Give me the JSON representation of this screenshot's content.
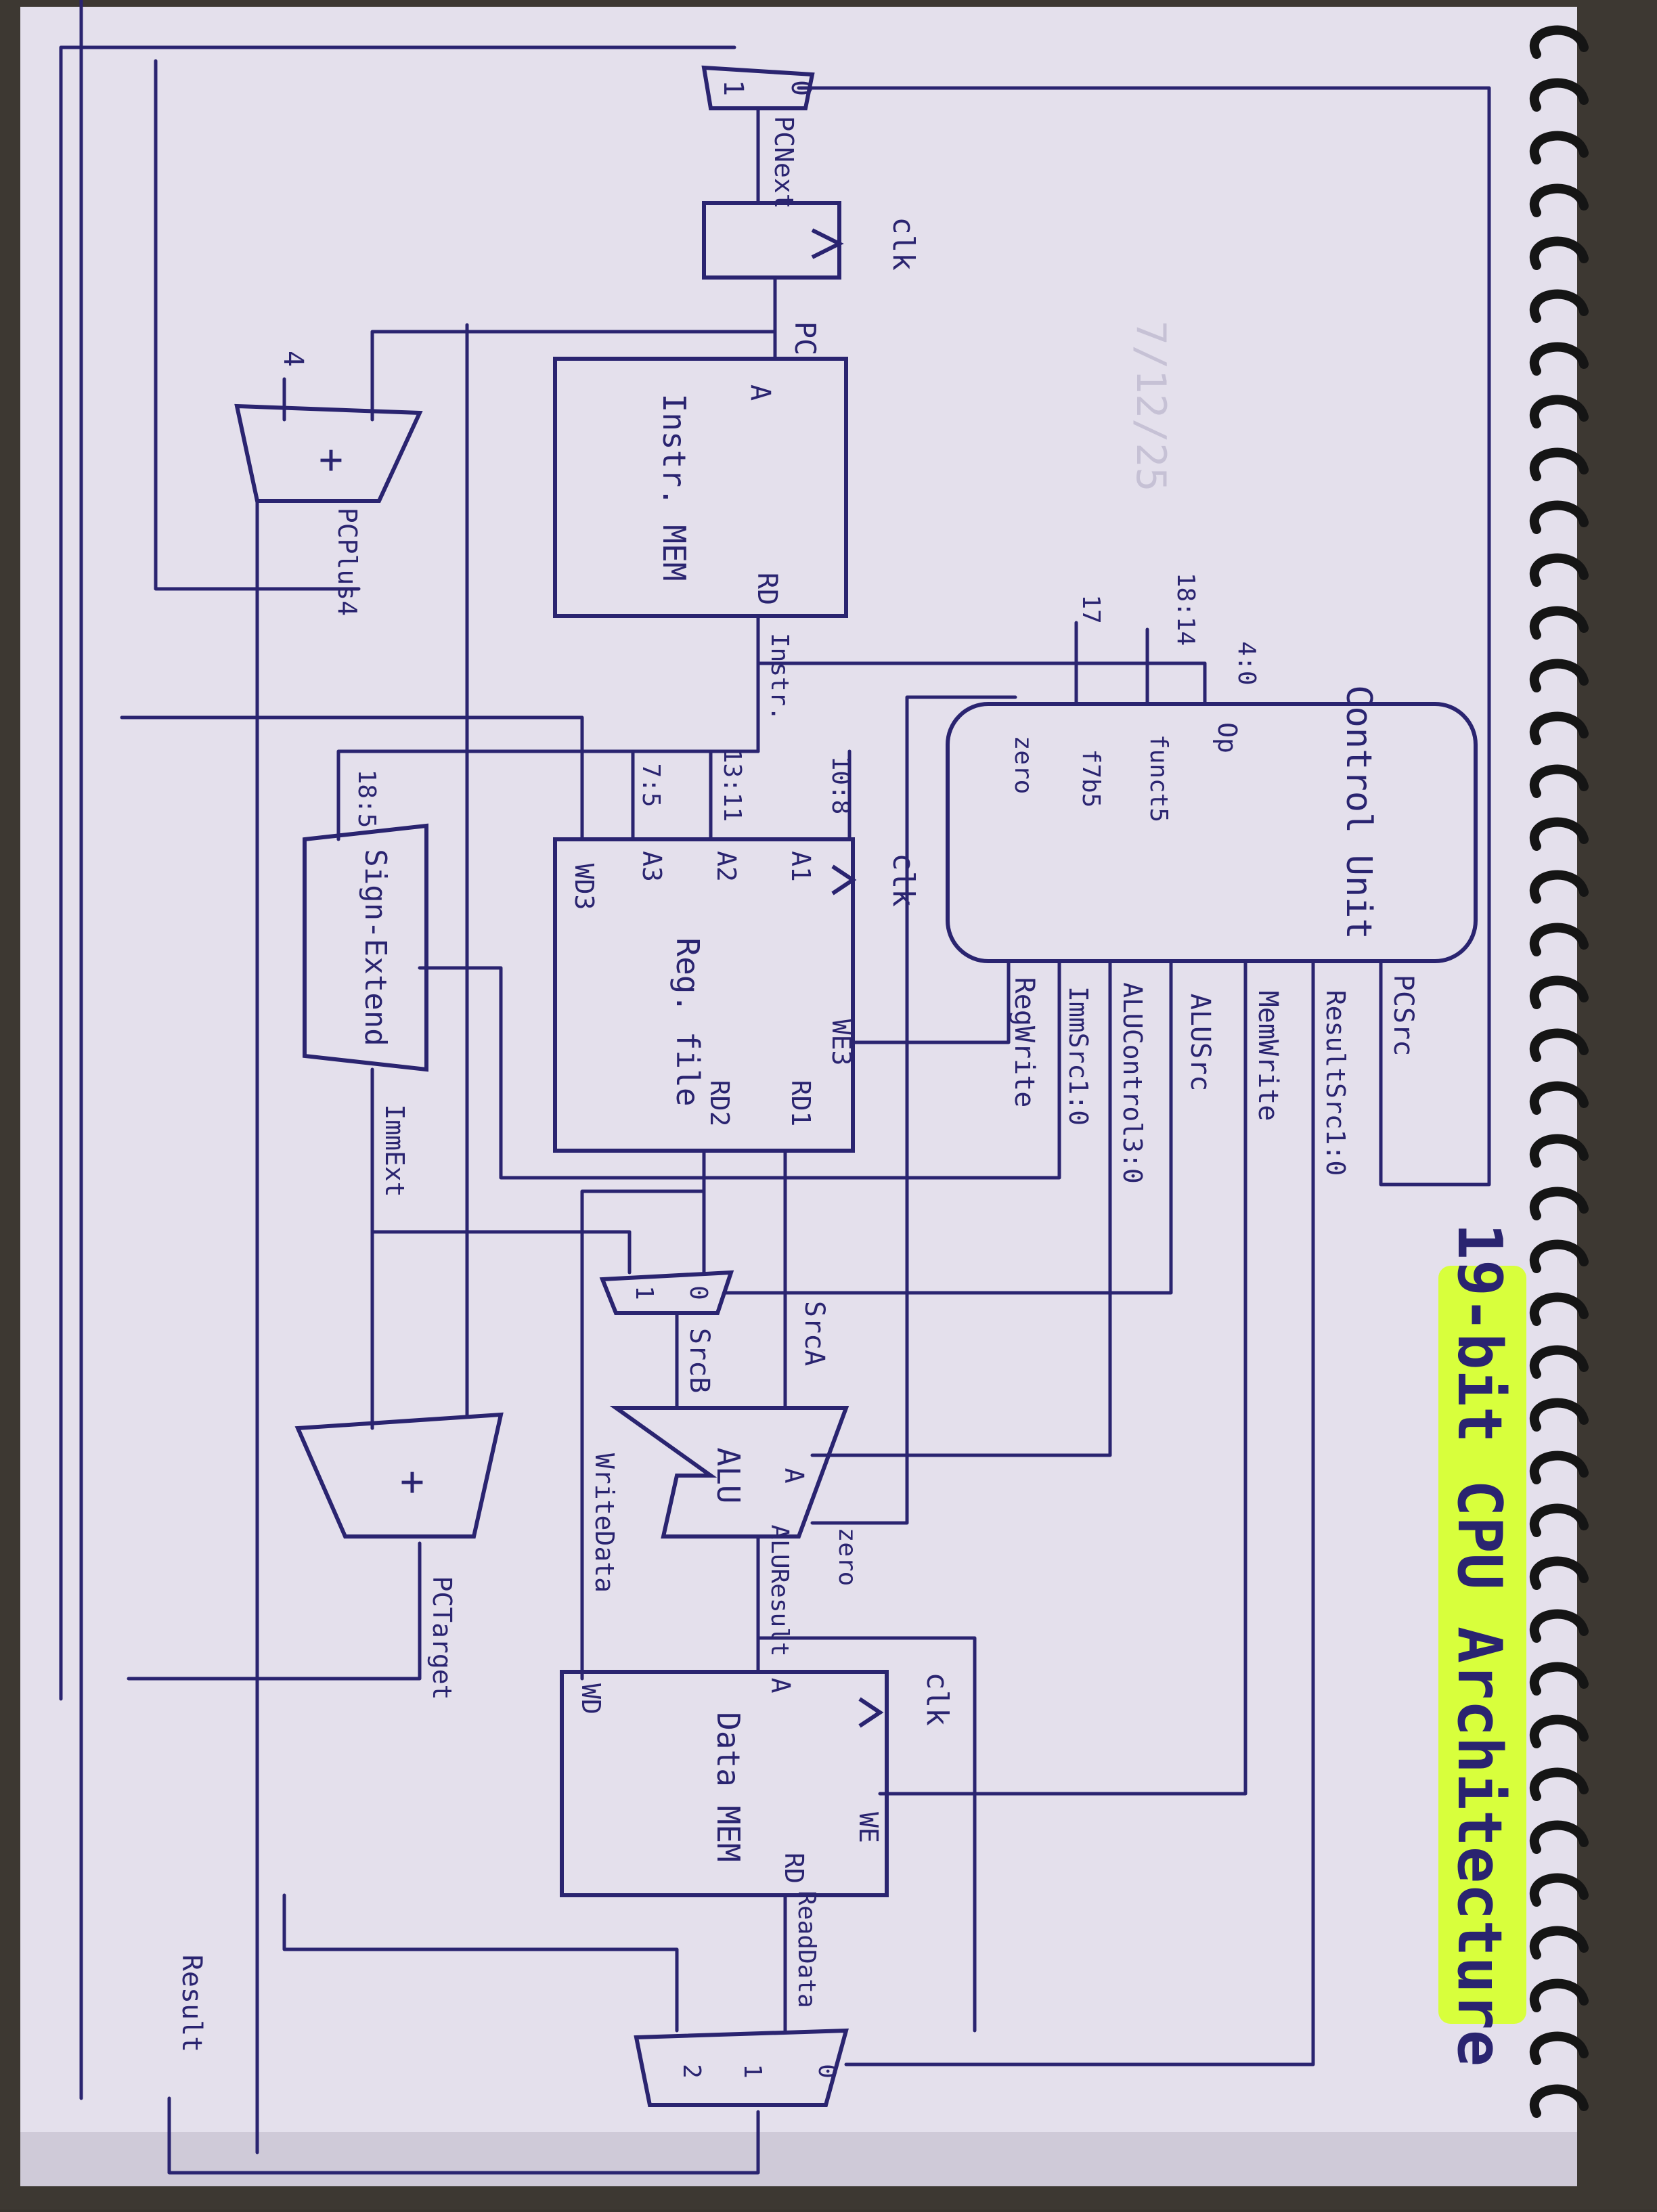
{
  "title": "19-bit CPU Architecture",
  "date": "7/12/25",
  "colors": {
    "ink": "#2a2470",
    "paper": "#e4e0ec",
    "highlight": "#d8ff3c",
    "spiral": "#151515"
  },
  "blocks": {
    "instr_mem": {
      "label": "Instr. MEM",
      "port_a": "A",
      "port_rd": "RD"
    },
    "reg_file": {
      "label": "Reg. file",
      "a1": "A1",
      "a2": "A2",
      "a3": "A3",
      "wd3": "WD3",
      "rd1": "RD1",
      "rd2": "RD2",
      "we3": "WE3",
      "clk": "clk"
    },
    "control_unit": {
      "label": "Control Unit",
      "op": "Op",
      "funct5": "funct5",
      "funct": "f7b5",
      "zero": "zero"
    },
    "sign_extend": {
      "label": "Sign-Extend",
      "bits": "18:5"
    },
    "alu": {
      "label": "ALU",
      "src_a": "A"
    },
    "data_mem": {
      "label": "Data MEM",
      "a": "A",
      "wd": "WD",
      "we": "WE",
      "rd": "RD",
      "clk": "clk"
    },
    "pc_reg": {
      "clk": "clk"
    },
    "adder_pcplus4": {
      "symbol": "+",
      "const": "4"
    },
    "adder_pctarget": {
      "symbol": "+"
    },
    "mux_pc": {
      "in0": "0",
      "in1": "1"
    },
    "mux_srcb": {
      "in0": "0",
      "in1": "1"
    },
    "mux_result": {
      "in0": "0",
      "in1": "1",
      "in2": "2"
    }
  },
  "signals": {
    "pc_next": "PCNext",
    "pc": "PC",
    "pc_plus4": "PCPlus4",
    "instr": "Instr.",
    "src_a": "SrcA",
    "src_b": "SrcB",
    "imm_ext": "ImmExt",
    "write_data": "WriteData",
    "alu_result": "ALUResult",
    "read_data": "ReadData",
    "pc_target": "PCTarget",
    "result": "Result",
    "zero_flag": "zero"
  },
  "bit_fields": {
    "op": "4:0",
    "funct5": "18:14",
    "f7b5": "17",
    "a1": "10:8",
    "a2": "13:11",
    "a3": "7:5"
  },
  "control_signals": {
    "pc_src": "PCSrc",
    "result_src": "ResultSrc1:0",
    "mem_write": "MemWrite",
    "alu_src": "ALUSrc",
    "alu_control": "ALUControl3:0",
    "imm_src": "ImmSrc1:0",
    "reg_write": "RegWrite"
  }
}
